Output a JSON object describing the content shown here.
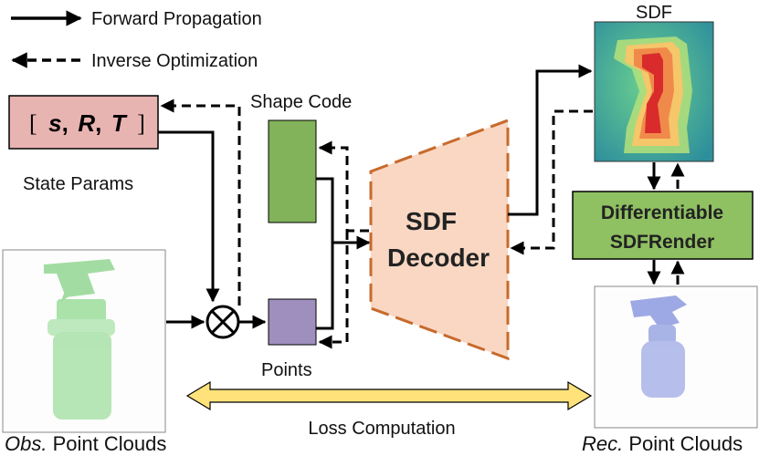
{
  "legend": {
    "forward": "Forward Propagation",
    "inverse": "Inverse Optimization"
  },
  "state_params": {
    "bracket_open": "[",
    "s": "s",
    "comma1": ",",
    "R": "R",
    "comma2": ",",
    "T": "T",
    "bracket_close": "]",
    "label": "State Params"
  },
  "shape_code": {
    "label": "Shape Code"
  },
  "points": {
    "label": "Points"
  },
  "decoder": {
    "line1": "SDF",
    "line2": "Decoder"
  },
  "sdf": {
    "label": "SDF"
  },
  "renderer": {
    "line1": "Differentiable",
    "line2": "SDFRender"
  },
  "obs": {
    "italic": "Obs.",
    "rest": " Point Clouds"
  },
  "rec": {
    "italic": "Rec.",
    "rest": " Point Clouds"
  },
  "loss": {
    "label": "Loss Computation"
  },
  "colors": {
    "state_box": "#e8b4b2",
    "shape_code": "#82b259",
    "points": "#9f8fbe",
    "decoder_fill": "#f9d7c3",
    "decoder_stroke": "#c76a2c",
    "renderer": "#8fc062",
    "loss_arrow": "#ffe27a",
    "obs_cloud": "#8fd98f",
    "rec_cloud": "#9aa7e3"
  }
}
